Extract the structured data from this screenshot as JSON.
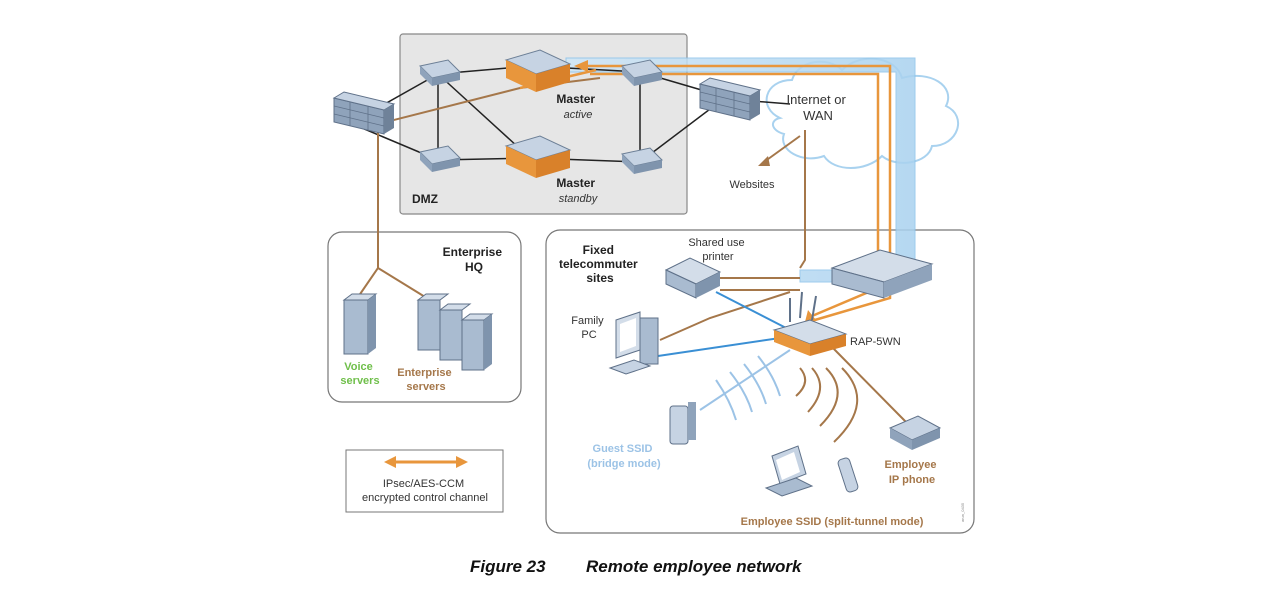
{
  "zones": {
    "dmz": "DMZ",
    "enterprise_hq": [
      "Enterprise",
      "HQ"
    ],
    "telecommuter": [
      "Fixed",
      "telecommuter",
      "sites"
    ]
  },
  "nodes": {
    "master_active": {
      "name": "Master",
      "role": "active"
    },
    "master_standby": {
      "name": "Master",
      "role": "standby"
    },
    "internet": [
      "Internet or",
      "WAN"
    ],
    "websites": "Websites",
    "printer": [
      "Shared use",
      "printer"
    ],
    "family_pc": [
      "Family",
      "PC"
    ],
    "rap": "RAP-5WN",
    "voice_servers": [
      "Voice",
      "servers"
    ],
    "enterprise_servers": [
      "Enterprise",
      "servers"
    ],
    "guest_ssid": [
      "Guest SSID",
      "(bridge mode)"
    ],
    "employee_phone": [
      "Employee",
      "IP phone"
    ],
    "employee_ssid": "Employee SSID (split-tunnel mode)"
  },
  "legend": {
    "lines": [
      "IPsec/AES-CCM",
      "encrypted control channel"
    ]
  },
  "figure_ref": "arun_0435",
  "caption": {
    "number": "Figure 23",
    "title": "Remote employee network"
  },
  "colors": {
    "tunnel_orange": "#e8963c",
    "link_brown": "#a5774a",
    "wifi_blue": "#3a8fd4",
    "voice_green": "#6fbf4a",
    "guest_blue": "#9cc3e6",
    "device_blue": "#9bb0c8"
  }
}
